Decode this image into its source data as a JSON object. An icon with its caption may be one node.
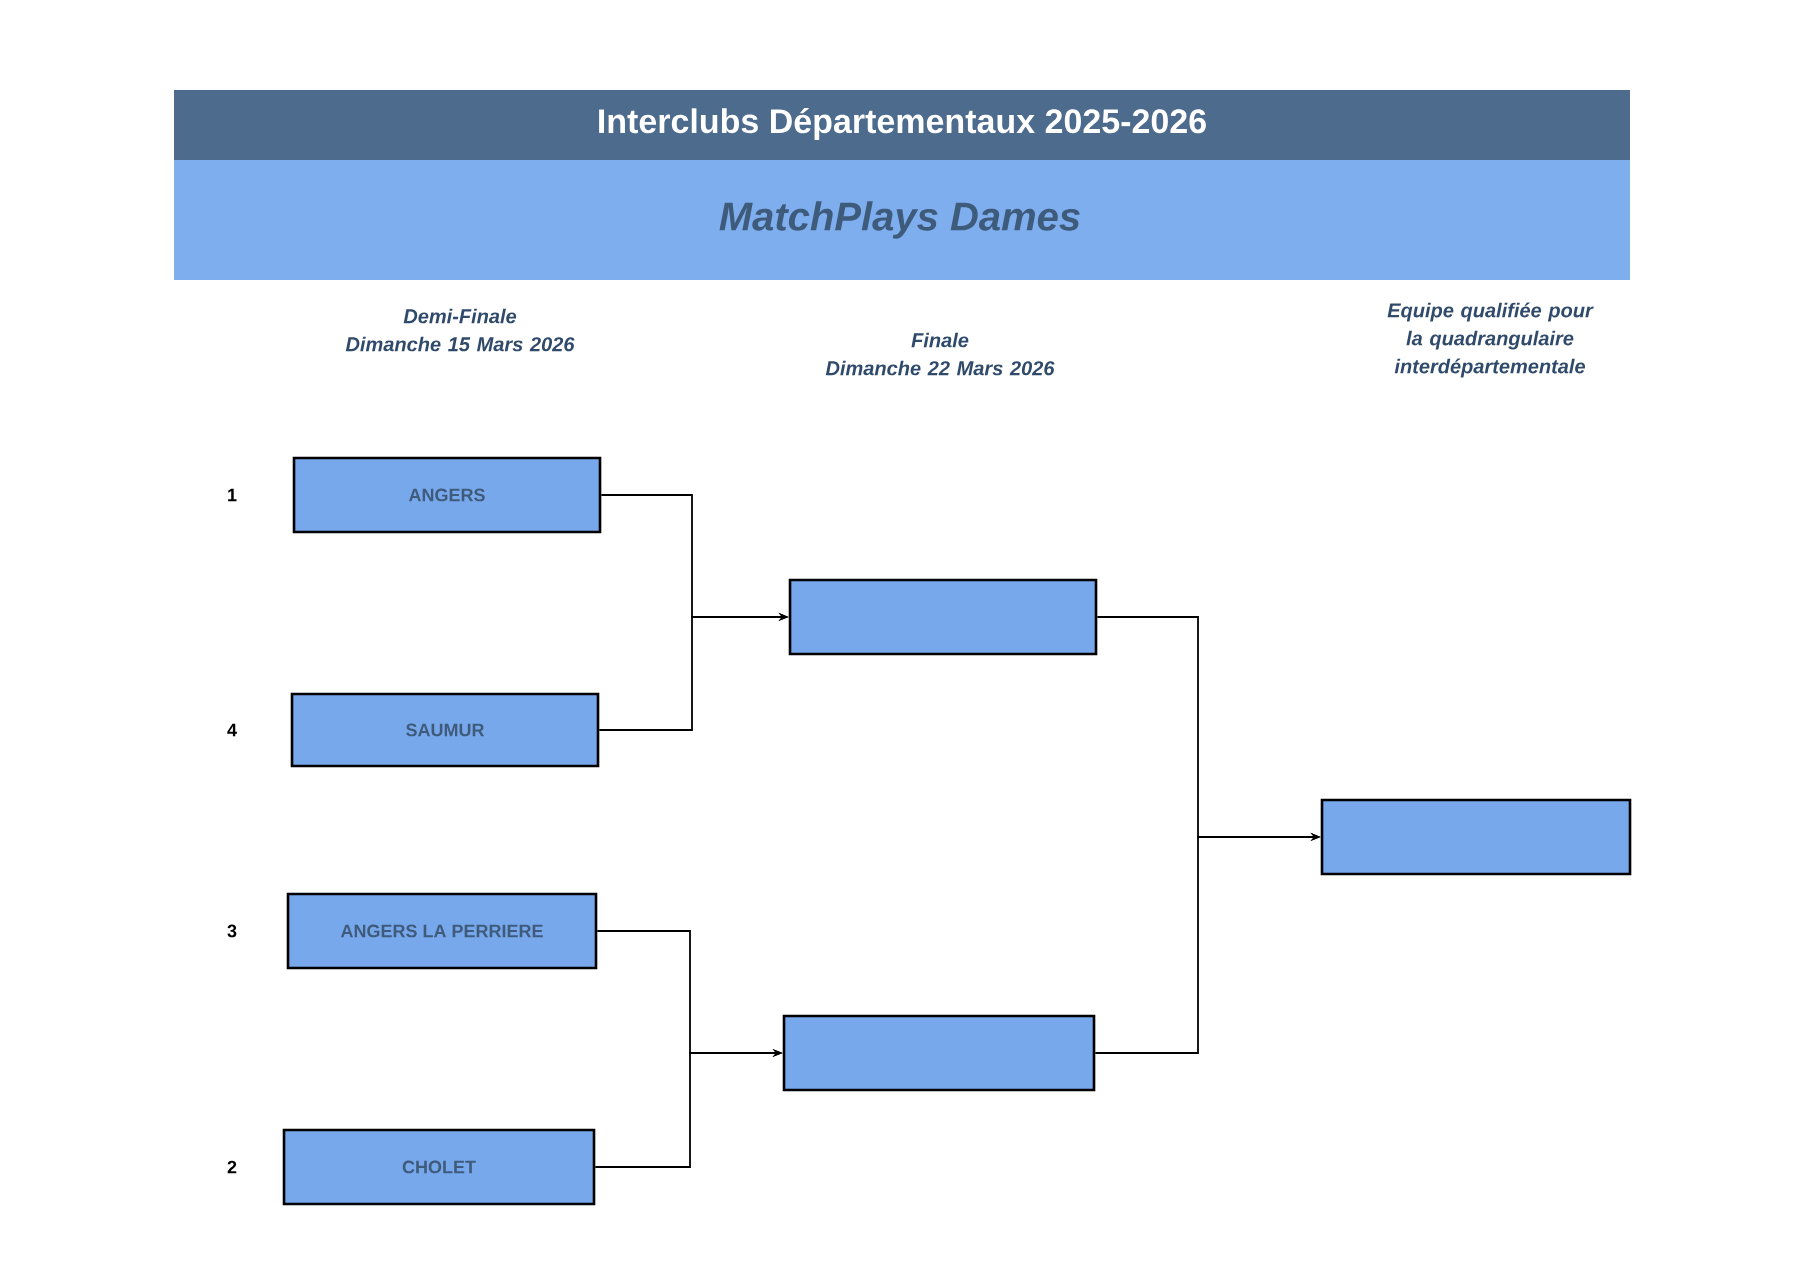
{
  "diagram": {
    "title": "Interclubs Départementaux 2025-2026",
    "nodes": [
      {
        "text": [
          "ANGERS"
        ],
        "beside": [
          "1"
        ]
      },
      {
        "text": [
          "SAUMUR"
        ],
        "beside": [
          "4"
        ]
      },
      {
        "text": [
          "ANGERS LA PERRIERE"
        ],
        "beside": [
          "3"
        ]
      },
      {
        "text": [
          "CHOLET"
        ],
        "beside": [
          "2"
        ]
      },
      {
        "text": [],
        "shape": "box"
      },
      {
        "text": [],
        "shape": "box"
      },
      {
        "text": [],
        "shape": "box"
      }
    ],
    "edges": [
      {
        "from": 0,
        "to": 4,
        "arrow": "to"
      },
      {
        "from": 1,
        "to": 4,
        "arrow": "to"
      },
      {
        "from": 2,
        "to": 5,
        "arrow": "to"
      },
      {
        "from": 3,
        "to": 5,
        "arrow": "to"
      },
      {
        "from": 4,
        "to": 6,
        "arrow": "to"
      },
      {
        "from": 5,
        "to": 6,
        "arrow": "to"
      }
    ],
    "labels": [
      "MatchPlays Dames",
      "Demi-Finale",
      "Dimanche 15 Mars 2026",
      "Finale",
      "Dimanche 22 Mars 2026",
      "Equipe qualifiée pour la quadrangulaire interdépartementale"
    ]
  }
}
